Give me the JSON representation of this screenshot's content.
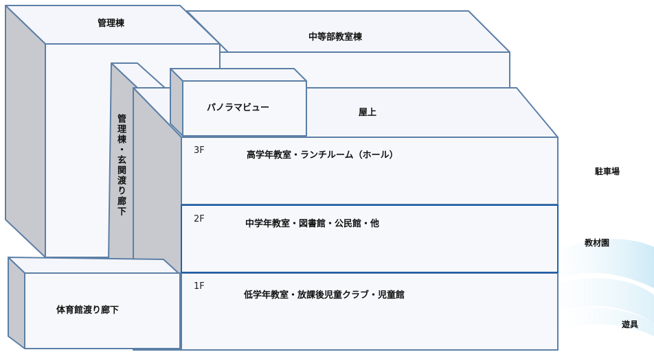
{
  "buildings": {
    "admin": "管理棟",
    "middle_school": "中等部教室棟",
    "panorama": "パノラマビュー",
    "rooftop": "屋上",
    "corridor_vertical": "管理棟・玄関渡り廊下",
    "gym_corridor": "体育館渡り廊下"
  },
  "floors": [
    {
      "level": "3F",
      "rooms": "高学年教室・ランチルーム（ホール）"
    },
    {
      "level": "2F",
      "rooms": "中学年教室・図書館・公民館・他"
    },
    {
      "level": "1F",
      "rooms": "低学年教室・放課後児童クラブ・児童館"
    }
  ],
  "outdoor": {
    "parking": "駐車場",
    "garden": "教材園",
    "playground": "遊具"
  },
  "colors": {
    "outline": "#5b7fa6",
    "face": "#f7f8fc",
    "side": "#c7c8cd",
    "highlight": "#1f5fa8"
  }
}
